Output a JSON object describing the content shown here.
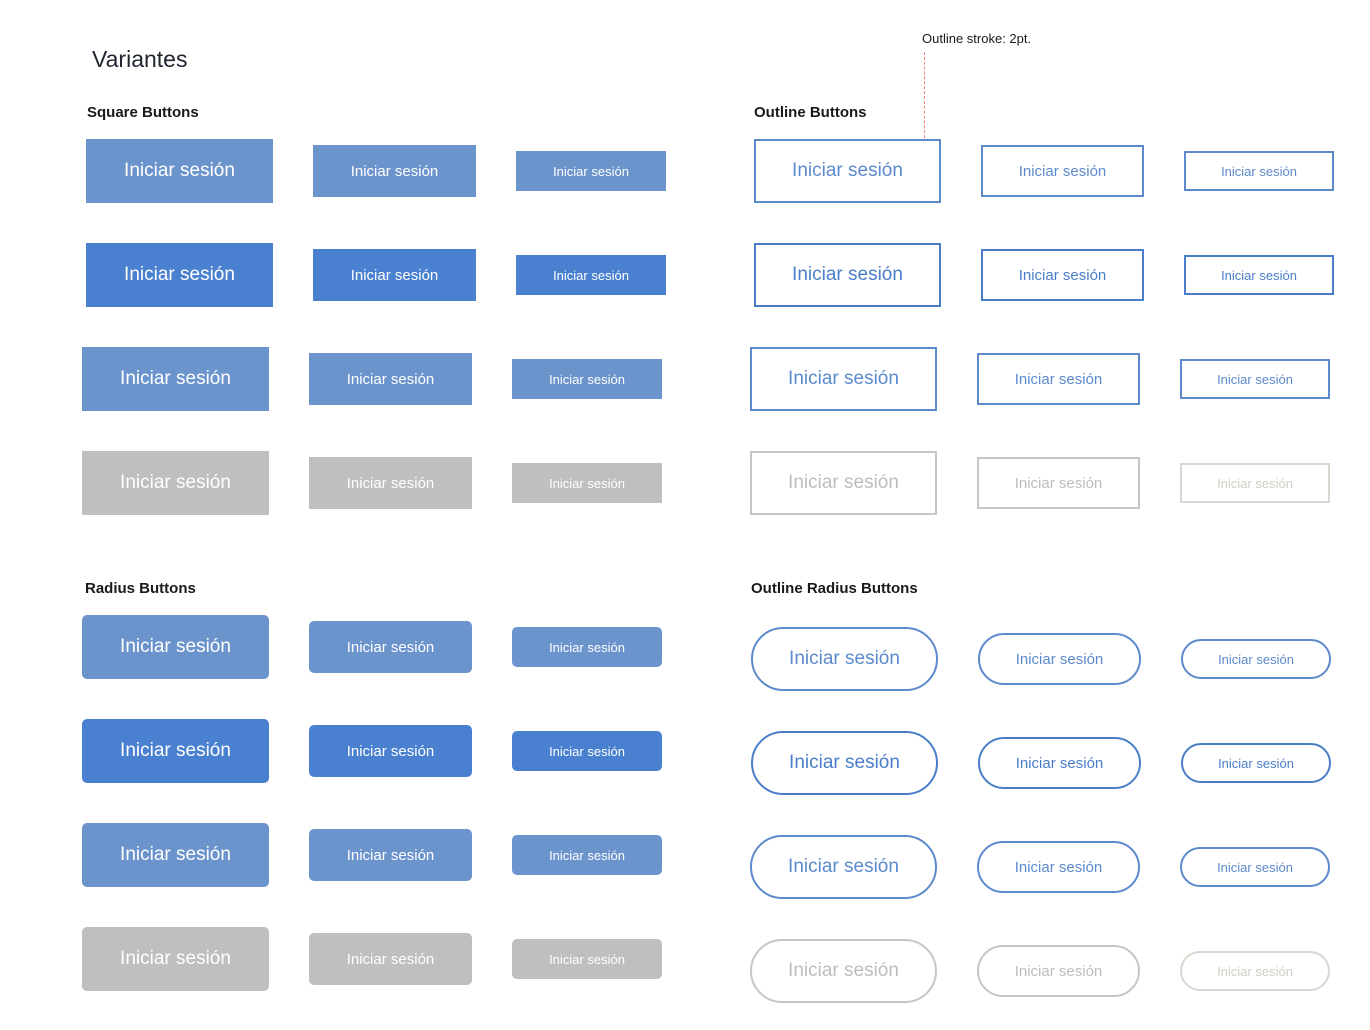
{
  "page": {
    "title": "Variantes",
    "annotation": "Outline stroke: 2pt."
  },
  "sections": {
    "square": "Square Buttons",
    "outline": "Outline Buttons",
    "radius": "Radius Buttons",
    "outline_radius": "Outline Radius Buttons"
  },
  "button": {
    "label": "Iniciar sesión"
  },
  "colors": {
    "primary": "#6b94cc",
    "primary_active": "#4a80d0",
    "disabled": "#bfbfbf",
    "outline": "#5c8acc",
    "annotation_line": "#f08080"
  }
}
